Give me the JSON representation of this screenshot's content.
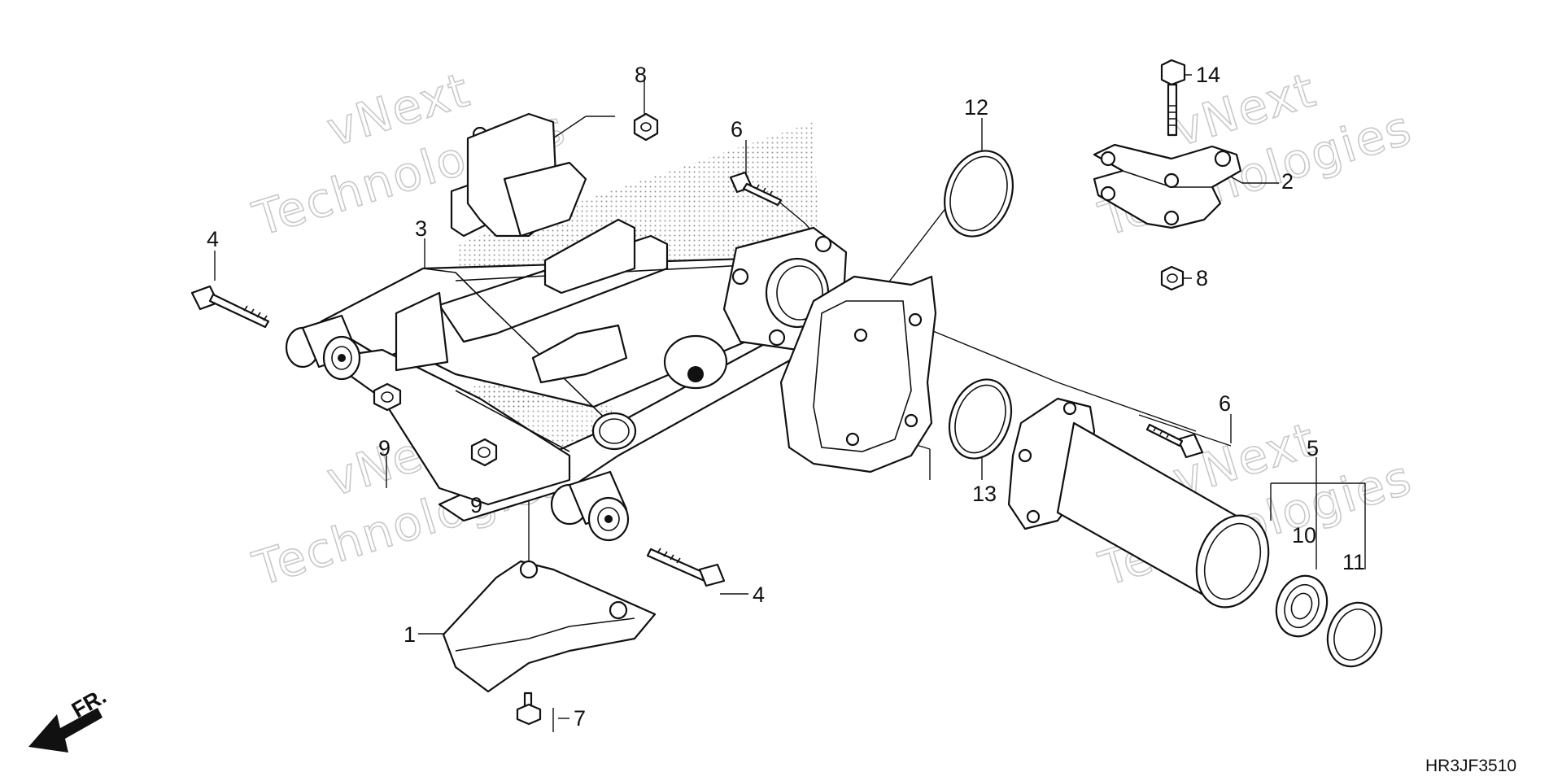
{
  "watermark": {
    "line1": "vNext",
    "line2": "Technologies"
  },
  "direction_marker": {
    "label": "FR.",
    "icon": "front-direction-arrow-icon"
  },
  "diagram_code": "HR3JF3510",
  "callouts": {
    "c1": "1",
    "c2": "2",
    "c3": "3",
    "c4a": "4",
    "c4b": "4",
    "c5": "5",
    "c6a": "6",
    "c6b": "6",
    "c7": "7",
    "c8a": "8",
    "c8b": "8",
    "c9a": "9",
    "c9b": "9",
    "c10": "10",
    "c11": "11",
    "c12": "12",
    "c13": "13",
    "c14": "14"
  }
}
